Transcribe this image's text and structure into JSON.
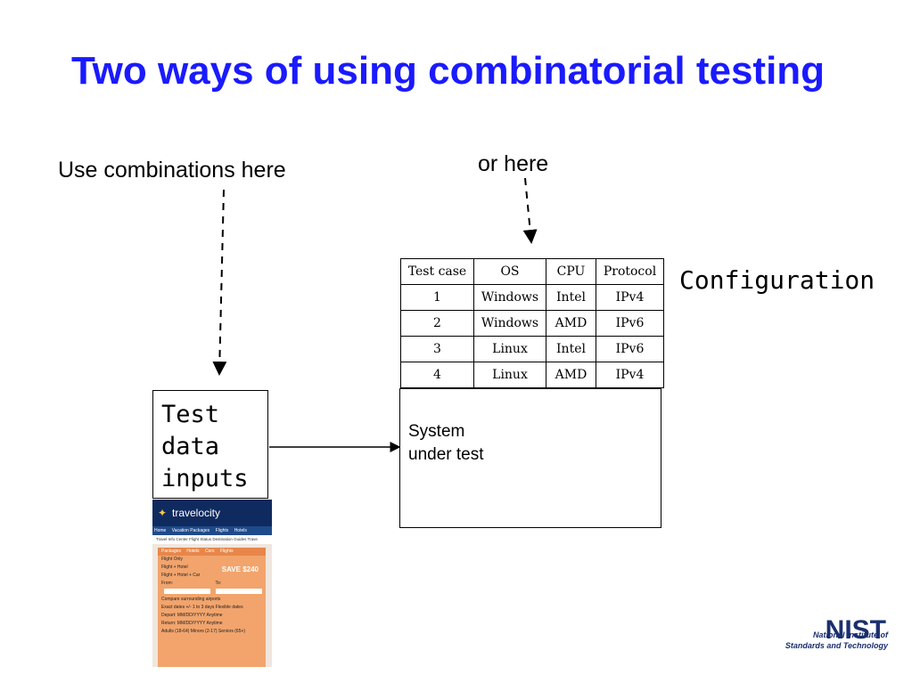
{
  "title": "Two ways of using combinatorial testing",
  "captions": {
    "left": "Use combinations here",
    "right": "or here"
  },
  "configuration": {
    "label": "Configuration",
    "headers": [
      "Test case",
      "OS",
      "CPU",
      "Protocol"
    ],
    "rows": [
      [
        "1",
        "Windows",
        "Intel",
        "IPv4"
      ],
      [
        "2",
        "Windows",
        "AMD",
        "IPv6"
      ],
      [
        "3",
        "Linux",
        "Intel",
        "IPv6"
      ],
      [
        "4",
        "Linux",
        "AMD",
        "IPv4"
      ]
    ]
  },
  "system_under_test": {
    "line1": "System",
    "line2": "under test"
  },
  "test_data_inputs": {
    "line1": "Test",
    "line2": "data",
    "line3": "inputs"
  },
  "travelocity": {
    "logo": "travelocity",
    "nav": [
      "Home",
      "Vacation Packages",
      "Flights",
      "Hotels"
    ],
    "subnav": "Travel Info Center  Flight Status  Destination Guides  Trave",
    "tabs": [
      "Packages",
      "Hotels",
      "Cars",
      "Flights"
    ],
    "option1": "Flight Only",
    "option2": "Flight + Hotel",
    "option3": "Flight + Hotel + Car",
    "save": "SAVE $240",
    "from_label": "From:",
    "to_label": "To:",
    "compare": "Compare surrounding airports",
    "dates": "Exact dates  +/- 1 to 3 days  Flexible dates",
    "depart": "Depart:  MM/DD/YYYY  Anytime",
    "return": "Return:  MM/DD/YYYY  Anytime",
    "travelers": "Adults (18-64)  Minors (2-17)  Seniors (65+)"
  },
  "nist": {
    "logo": "NIST",
    "line1": "National Institute of",
    "line2": "Standards and Technology"
  },
  "colors": {
    "title": "#1a1aff",
    "nist": "#1a2f6e"
  }
}
